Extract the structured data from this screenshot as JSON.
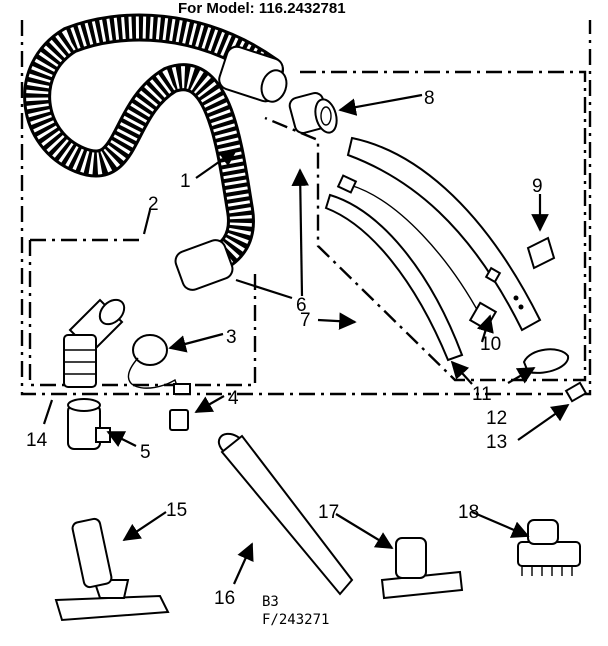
{
  "header": "For Model: 116.2432781",
  "callouts": [
    "1",
    "2",
    "3",
    "4",
    "5",
    "6",
    "7",
    "8",
    "9",
    "10",
    "11",
    "12",
    "13",
    "14",
    "15",
    "16",
    "17",
    "18"
  ],
  "footer": {
    "line1": "B3",
    "line2": "F/243271"
  }
}
